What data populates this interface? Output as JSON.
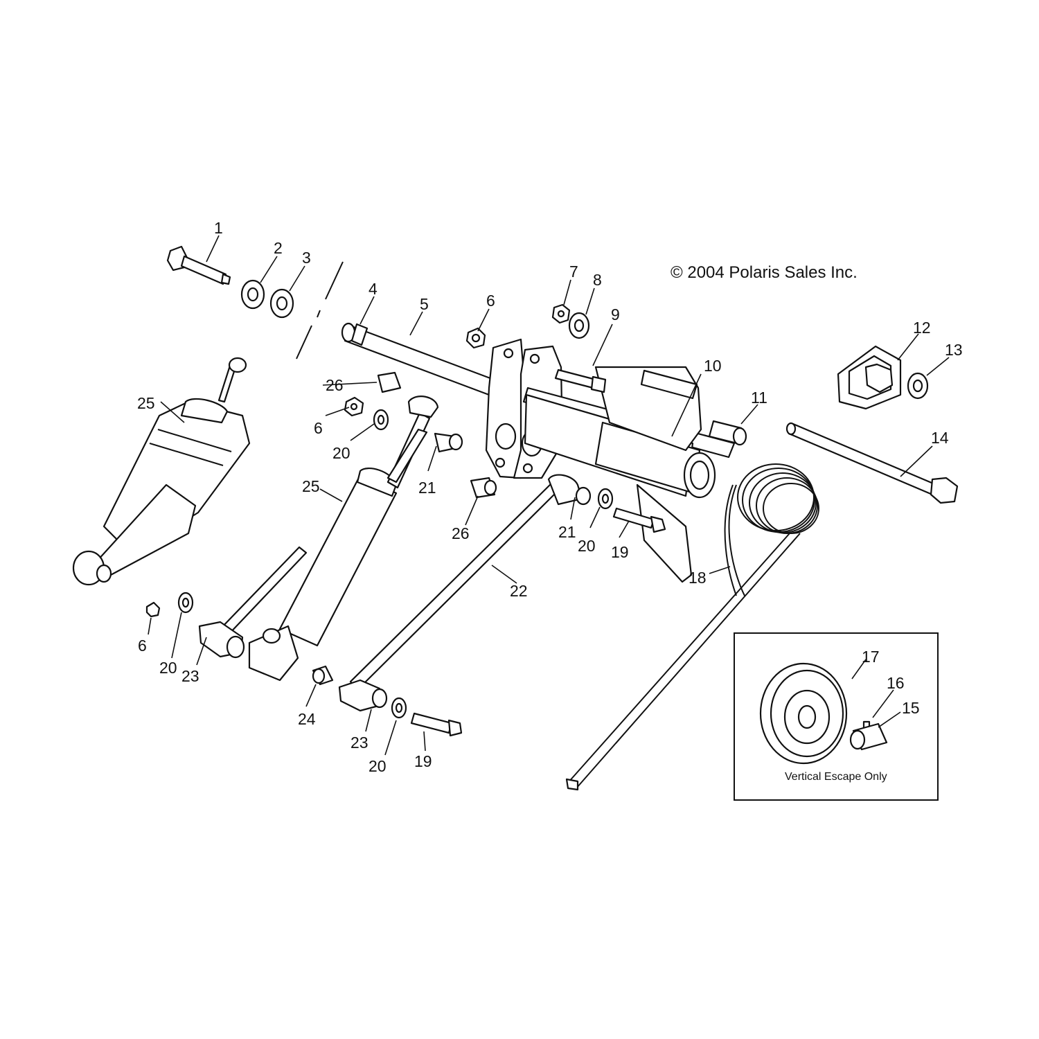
{
  "copyright": "© 2004 Polaris Sales Inc.",
  "inset_caption": "Vertical Escape Only",
  "callouts": {
    "c1": "1",
    "c2": "2",
    "c3": "3",
    "c4": "4",
    "c5": "5",
    "c6a": "6",
    "c6b": "6",
    "c6c": "6",
    "c7": "7",
    "c8": "8",
    "c9": "9",
    "c10": "10",
    "c11": "11",
    "c12": "12",
    "c13": "13",
    "c14": "14",
    "c15": "15",
    "c16": "16",
    "c17": "17",
    "c18": "18",
    "c19a": "19",
    "c19b": "19",
    "c20a": "20",
    "c20b": "20",
    "c20c": "20",
    "c20d": "20",
    "c21a": "21",
    "c21b": "21",
    "c22": "22",
    "c23a": "23",
    "c23b": "23",
    "c24": "24",
    "c25a": "25",
    "c25b": "25",
    "c26a": "26",
    "c26b": "26"
  }
}
